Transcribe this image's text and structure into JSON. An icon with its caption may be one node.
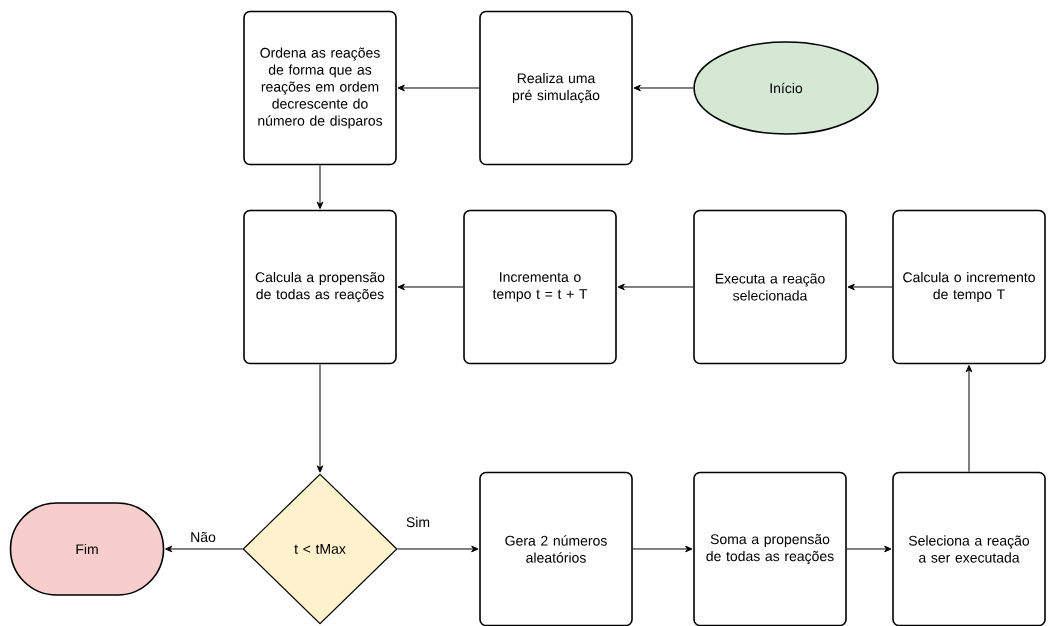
{
  "diagram": {
    "nodes": [
      {
        "text": [
          "Início"
        ]
      },
      {
        "text": [
          "Realiza uma pré simulação"
        ]
      },
      {
        "text": [
          "Ordena as reações de forma que as reações em ordem decrescente do número de disparos"
        ]
      },
      {
        "text": [
          "Calcula a propensão de todas as reações"
        ]
      },
      {
        "text": [
          "Incrementa o tempo t = t + T"
        ]
      },
      {
        "text": [
          "Executa a reação selecionada"
        ]
      },
      {
        "text": [
          "Calcula o incremento de tempo T"
        ]
      },
      {
        "text": [
          "t < tMax"
        ]
      },
      {
        "text": [
          "Fim"
        ]
      },
      {
        "text": [
          "Gera 2 números aleatórios"
        ]
      },
      {
        "text": [
          "Soma a propensão de todas as reações"
        ]
      },
      {
        "text": [
          "Seleciona a reação a ser executada"
        ]
      }
    ],
    "edges": [
      {
        "from": 0,
        "to": 1,
        "arrow": "to"
      },
      {
        "from": 1,
        "to": 2,
        "arrow": "to"
      },
      {
        "from": 2,
        "to": 3,
        "arrow": "to"
      },
      {
        "from": 4,
        "to": 3,
        "arrow": "to"
      },
      {
        "from": 5,
        "to": 4,
        "arrow": "to"
      },
      {
        "from": 6,
        "to": 5,
        "arrow": "to"
      },
      {
        "from": 11,
        "to": 6,
        "arrow": "to"
      },
      {
        "from": 3,
        "to": 7,
        "arrow": "to"
      },
      {
        "from": 7,
        "to": 8,
        "label": "Não",
        "arrow": "to"
      },
      {
        "from": 7,
        "to": 9,
        "label": "Sim",
        "arrow": "to"
      },
      {
        "from": 9,
        "to": 10,
        "arrow": "to"
      },
      {
        "from": 10,
        "to": 11,
        "arrow": "to"
      }
    ]
  }
}
